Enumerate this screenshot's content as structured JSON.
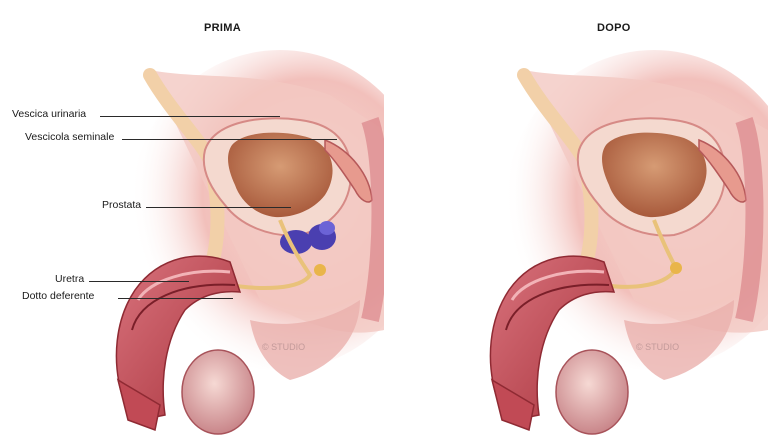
{
  "panels": [
    {
      "title": "PRIMA"
    },
    {
      "title": "DOPO"
    }
  ],
  "labels": {
    "vescica": "Vescica urinaria",
    "vescicola": "Vescicola seminale",
    "prostata": "Prostata",
    "uretra": "Uretra",
    "dotto": "Dotto deferente"
  },
  "colors": {
    "tissue_dark": "#a8333c",
    "tissue_mid": "#d4707a",
    "tissue_light": "#f4c9c4",
    "bladder": "#c97b55",
    "prostate_highlight": "#4a3fb0"
  },
  "watermark": "© STUDIO"
}
